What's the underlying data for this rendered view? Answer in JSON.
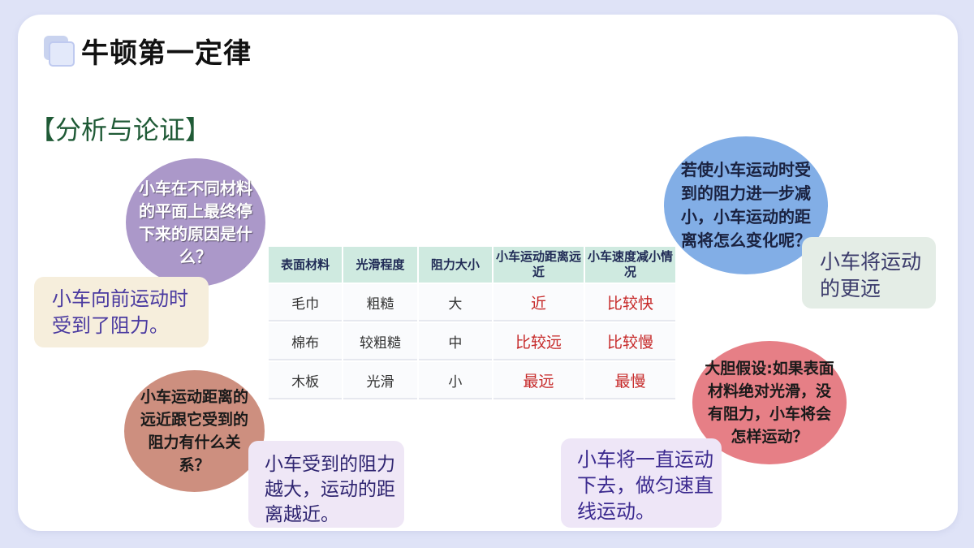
{
  "header": {
    "title": "牛顿第一定律",
    "icon": "slides-icon"
  },
  "section_heading": "【分析与论证】",
  "questions": {
    "q1": "小车在不同材料的平面上最终停下来的原因是什么？",
    "q2": "小车运动距离的远近跟它受到的阻力有什么关系？",
    "q3": "若使小车运动时受到的阻力进一步减小，小车运动的距离将怎么变化呢？",
    "q4": "大胆假设:如果表面材料绝对光滑，没有阻力，小车将会怎样运动？"
  },
  "answers": {
    "a1": "小车向前运动时受到了阻力。",
    "a2": "小车受到的阻力越大，运动的距离越近。",
    "a3": "小车将运动的更远",
    "a4": "小车将一直运动下去，做匀速直线运动。"
  },
  "table": {
    "headers": [
      "表面材料",
      "光滑程度",
      "阻力大小",
      "小车运动距离远近",
      "小车速度减小情况"
    ],
    "rows": [
      [
        "毛巾",
        "粗糙",
        "大",
        "近",
        "比较快"
      ],
      [
        "棉布",
        "较粗糙",
        "中",
        "比较远",
        "比较慢"
      ],
      [
        "木板",
        "光滑",
        "小",
        "最远",
        "最慢"
      ]
    ]
  },
  "colors": {
    "background": "#dfe3f7",
    "section_heading": "#1f5a36",
    "table_header": "#cfeae0",
    "result_text": "#c62828"
  }
}
